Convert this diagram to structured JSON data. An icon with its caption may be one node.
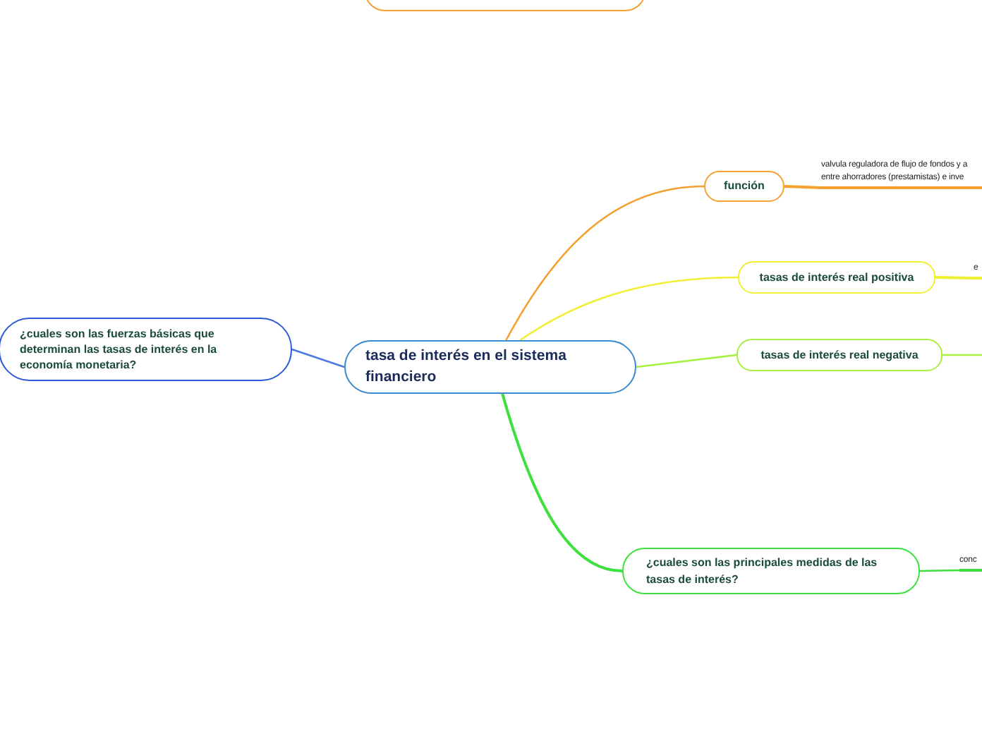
{
  "diagram": {
    "nodes": [
      {
        "text": [],
        "shape": "box"
      },
      {
        "text": [
          "tasa de interés en el sistema financiero"
        ]
      },
      {
        "text": [
          "función"
        ]
      },
      {
        "text": [
          "valvula reguladora de flujo de fondos y a entre ahorradores (prestamistas) e inve"
        ]
      },
      {
        "text": [
          "tasas de interés real positiva"
        ]
      },
      {
        "text": [
          "e"
        ]
      },
      {
        "text": [
          "tasas de interés real  negativa"
        ]
      },
      {
        "text": [
          "¿cuales son las principales medidas de las tasas de interés?"
        ]
      },
      {
        "text": [
          "conc"
        ]
      },
      {
        "text": [
          "¿cuales son las fuerzas básicas que determinan las tasas de interés en la economía monetaria?"
        ]
      }
    ],
    "edges": [
      {
        "from": 1,
        "to": 2,
        "arrow": "none",
        "color": "#f5a030"
      },
      {
        "from": 2,
        "to": 3,
        "arrow": "none",
        "color": "#f5a030"
      },
      {
        "from": 1,
        "to": 4,
        "arrow": "none",
        "color": "#f0f032"
      },
      {
        "from": 4,
        "to": 5,
        "arrow": "none",
        "color": "#f0f032"
      },
      {
        "from": 1,
        "to": 6,
        "arrow": "none",
        "color": "#a8f040"
      },
      {
        "from": 6,
        "to": null,
        "arrow": "none",
        "color": "#a8f040"
      },
      {
        "from": 1,
        "to": 7,
        "arrow": "none",
        "color": "#3ee03e"
      },
      {
        "from": 7,
        "to": 8,
        "arrow": "none",
        "color": "#3ee03e"
      },
      {
        "from": 1,
        "to": 9,
        "arrow": "none",
        "color": "#4a78e0"
      }
    ]
  }
}
